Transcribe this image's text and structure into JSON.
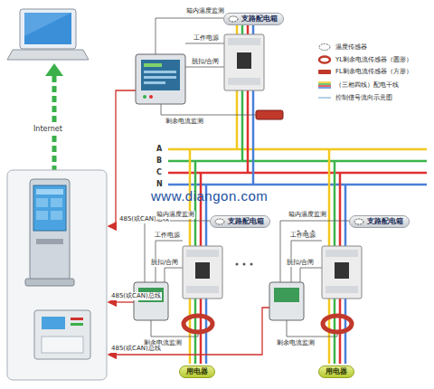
{
  "diagram": {
    "nodes": [
      {
        "text": [
          "支路配电箱"
        ]
      },
      {
        "text": [
          "支路配电箱"
        ]
      },
      {
        "text": [
          "支路配电箱"
        ]
      },
      {
        "text": [
          "用电器"
        ]
      },
      {
        "text": [
          "用电器"
        ]
      }
    ],
    "labels": [
      "箱内温度监测",
      "工作电源",
      "脱扣/合闸",
      "剩余电流监测",
      "Internet",
      "485(或CAN)总线",
      "A",
      "B",
      "C",
      "N",
      "www.diangon.com",
      "箱内温度监测",
      "箱内温度监测",
      "工作电源",
      "工作电源",
      "485(或CAN)总线",
      "脱扣/合闸",
      "脱扣/合闸",
      "剩余电流监测",
      "剩余电流监测",
      "485(或CAN)总线"
    ],
    "legend": [
      {
        "text": "温度传感器"
      },
      {
        "text": "YL剩余电流传感器（圆形）"
      },
      {
        "text": "FL剩余电流传感器（方形）"
      },
      {
        "text": "（三相四线）配电干线"
      },
      {
        "text": "控制信号流向示意图"
      }
    ]
  }
}
